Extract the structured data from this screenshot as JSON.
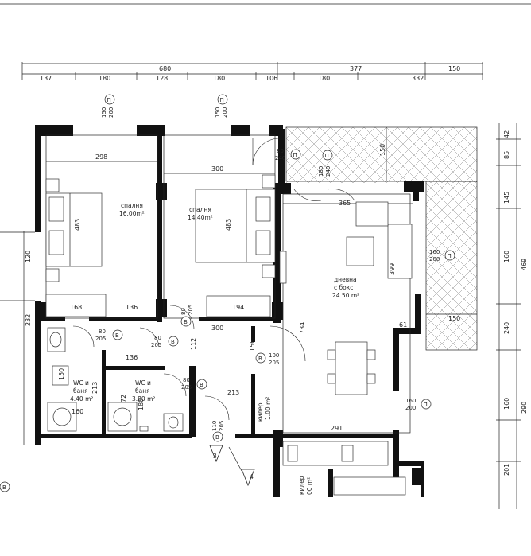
{
  "dimensions": {
    "top_row1": [
      "680",
      "377",
      "150"
    ],
    "top_row2": [
      "137",
      "180",
      "128",
      "180",
      "106",
      "180",
      "332"
    ],
    "right_col1": [
      "42",
      "85",
      "145",
      "160",
      "240",
      "160",
      "201"
    ],
    "right_col2": [
      "469",
      "290"
    ],
    "left_col": [
      "120",
      "232"
    ],
    "interior": [
      "298",
      "300",
      "483",
      "483",
      "168",
      "136",
      "194",
      "300",
      "365",
      "399",
      "734",
      "61",
      "150",
      "150",
      "136",
      "112",
      "213",
      "291",
      "150",
      "180",
      "240",
      "213",
      "160",
      "72",
      "156"
    ]
  },
  "windows": [
    {
      "size": "150\n200",
      "tag": "П"
    },
    {
      "size": "150\n200",
      "tag": "П"
    },
    {
      "size": "80\n240",
      "tag": "П"
    },
    {
      "size": "180\n240",
      "tag": "П"
    },
    {
      "size": "160\n200",
      "tag": "П"
    },
    {
      "size": "160\n200",
      "tag": "П"
    }
  ],
  "doors": [
    {
      "size": "80\n205",
      "tag": "B"
    },
    {
      "size": "80\n205",
      "tag": "B"
    },
    {
      "size": "80\n205",
      "tag": "B"
    },
    {
      "size": "100\n205",
      "tag": "B"
    },
    {
      "size": "80\n205",
      "tag": "B"
    },
    {
      "size": "110\n205",
      "tag": "B"
    }
  ],
  "rooms": {
    "bedroom1": {
      "name": "спалня",
      "area": "16.00m²"
    },
    "bedroom2": {
      "name": "спалня",
      "area": "14.40m²"
    },
    "living": {
      "name": "дневна",
      "name2": "с бокс",
      "area": "24.50 m²"
    },
    "wc1": {
      "name": "WC и",
      "name2": "баня",
      "area": "4.40 m²"
    },
    "wc2": {
      "name": "WC и",
      "name2": "баня",
      "area": "3.80 m²"
    },
    "storage": {
      "name": "килер",
      "area": "1.00 m²"
    },
    "storage2": {
      "name": "килер",
      "area": "00 m²"
    }
  },
  "markers": [
    "3",
    "4"
  ],
  "misc": {
    "stair_tag": "B"
  }
}
